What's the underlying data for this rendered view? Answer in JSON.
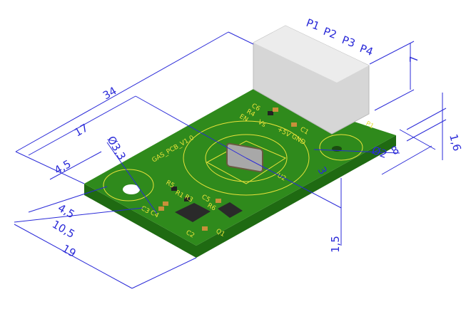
{
  "board": {
    "name": "GAS_PCB_V1.0",
    "color": "#2f8a1c",
    "silk_color": "#e8e23a"
  },
  "components": {
    "c6": "C6",
    "r4": "R4",
    "en": "EN",
    "vs": "Vs",
    "c1": "C1",
    "p5v": "+5V",
    "gnd": "GND",
    "u2": "U2",
    "r5": "R5",
    "r1": "R1",
    "r3": "R3",
    "r6": "R6",
    "c5": "C5",
    "c3": "C3",
    "c4": "C4",
    "c2": "C2",
    "q1": "Q1",
    "p1silk": "P1"
  },
  "pins": [
    "P1",
    "P2",
    "P3",
    "P4"
  ],
  "dimensions": {
    "d34": "34",
    "d17": "17",
    "d45a": "4,5",
    "d33": "Ø3,3",
    "d45b": "4,5",
    "d105": "10,5",
    "d19": "19",
    "d2": "Ø2",
    "d8": "8",
    "d16": "1,6",
    "d3": "3",
    "d15": "1,5",
    "d7": "7"
  },
  "dimension_color": "#2a2ad8"
}
